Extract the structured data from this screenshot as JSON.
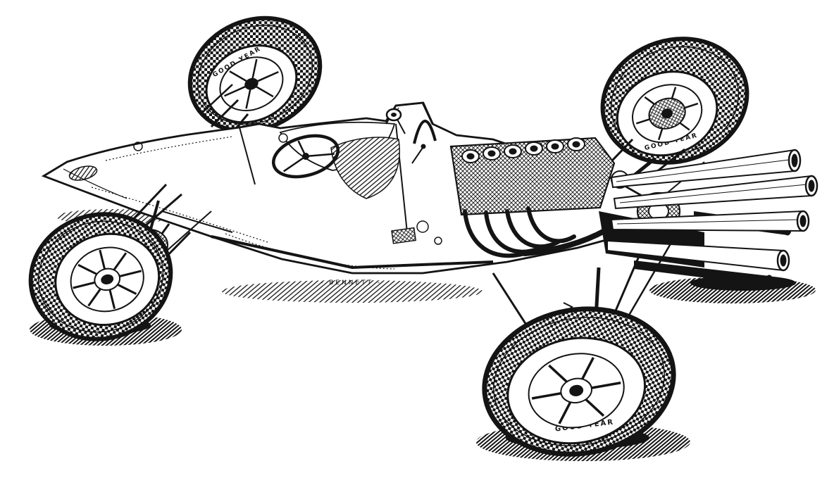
{
  "illustration": {
    "description": "Black and white cutaway pen-and-ink drawing of a 1960s single-seat grand prix racing car, viewed from the front three-quarter angle, showing chassis, cockpit, engine, exhaust megaphones, suspension and four treaded wheels",
    "signature": "- BENNETT -",
    "tire_brand": "GOOD YEAR",
    "colors": {
      "ink": "#141414",
      "paper": "#ffffff"
    }
  }
}
